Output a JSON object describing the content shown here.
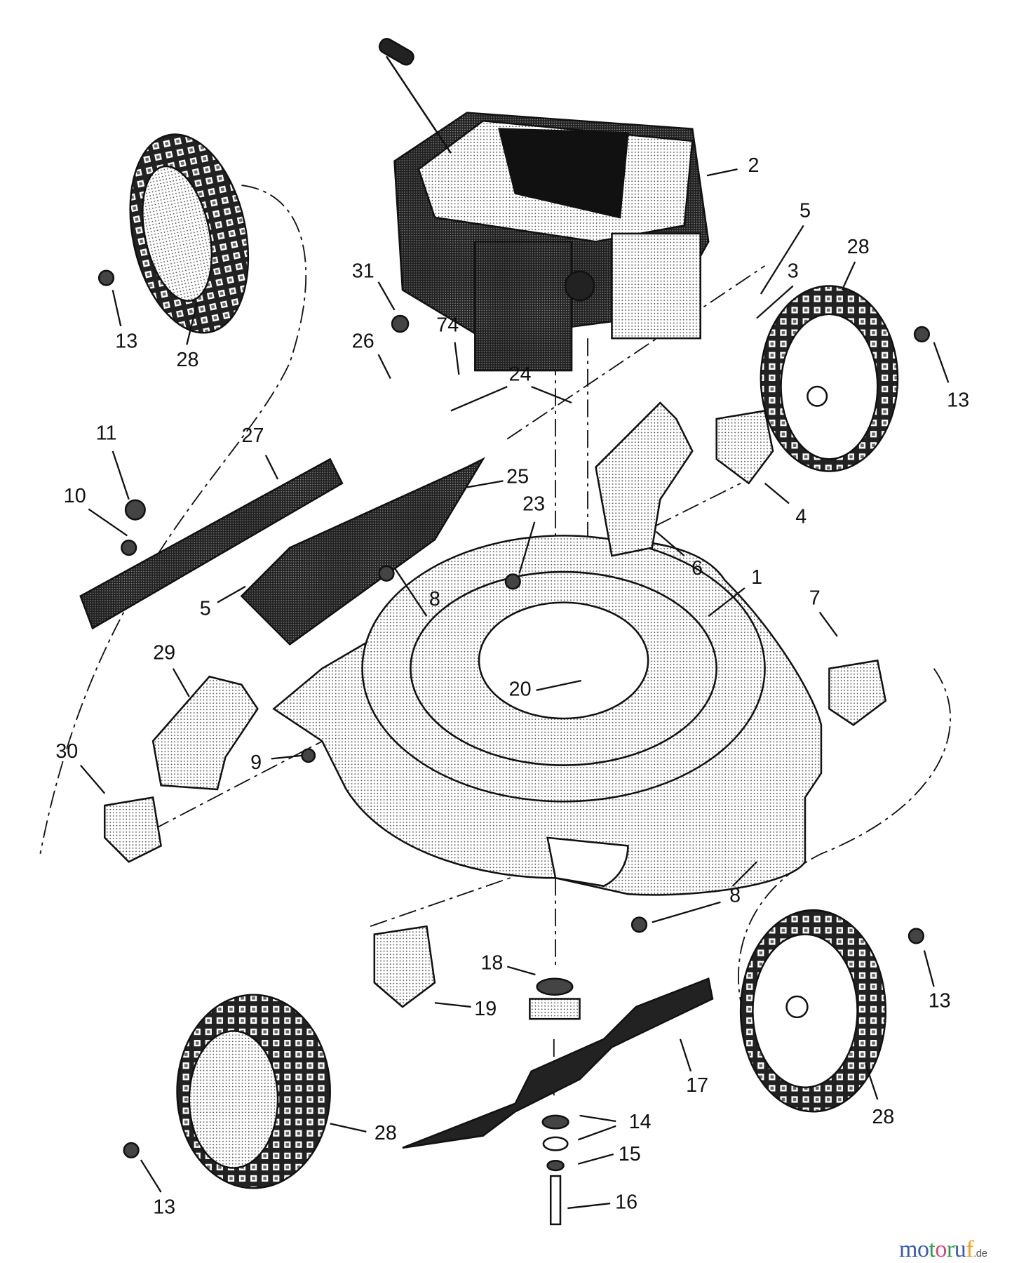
{
  "diagram": {
    "callouts": [
      {
        "id": "c2",
        "text": "2"
      },
      {
        "id": "c5a",
        "text": "5"
      },
      {
        "id": "c28a",
        "text": "28"
      },
      {
        "id": "c3",
        "text": "3"
      },
      {
        "id": "c31",
        "text": "31"
      },
      {
        "id": "c74",
        "text": "74"
      },
      {
        "id": "c26",
        "text": "26"
      },
      {
        "id": "c24",
        "text": "24"
      },
      {
        "id": "c13a",
        "text": "13"
      },
      {
        "id": "c28b",
        "text": "28"
      },
      {
        "id": "c13b",
        "text": "13"
      },
      {
        "id": "c11",
        "text": "11"
      },
      {
        "id": "c27",
        "text": "27"
      },
      {
        "id": "c25",
        "text": "25"
      },
      {
        "id": "c23",
        "text": "23"
      },
      {
        "id": "c4",
        "text": "4"
      },
      {
        "id": "c10",
        "text": "10"
      },
      {
        "id": "c6",
        "text": "6"
      },
      {
        "id": "c1",
        "text": "1"
      },
      {
        "id": "c5b",
        "text": "5"
      },
      {
        "id": "c8a",
        "text": "8"
      },
      {
        "id": "c7",
        "text": "7"
      },
      {
        "id": "c29",
        "text": "29"
      },
      {
        "id": "c20",
        "text": "20"
      },
      {
        "id": "c30",
        "text": "30"
      },
      {
        "id": "c9",
        "text": "9"
      },
      {
        "id": "c8b",
        "text": "8"
      },
      {
        "id": "c18",
        "text": "18"
      },
      {
        "id": "c19",
        "text": "19"
      },
      {
        "id": "c13c",
        "text": "13"
      },
      {
        "id": "c17",
        "text": "17"
      },
      {
        "id": "c28c",
        "text": "28"
      },
      {
        "id": "c14",
        "text": "14"
      },
      {
        "id": "c28d",
        "text": "28"
      },
      {
        "id": "c15",
        "text": "15"
      },
      {
        "id": "c16",
        "text": "16"
      },
      {
        "id": "c13d",
        "text": "13"
      }
    ]
  },
  "watermark": {
    "text": "motoruf",
    "suffix": ".de",
    "colors": [
      "#3b5bb5",
      "#3b5bb5",
      "#2e9e3e",
      "#e0407a",
      "#2e9e3e",
      "#3b5bb5",
      "#f0a020"
    ]
  }
}
